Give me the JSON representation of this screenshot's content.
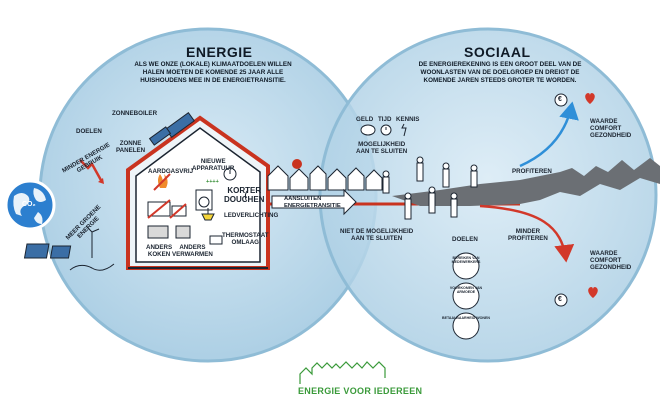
{
  "energie": {
    "title": "ENERGIE",
    "intro_line1": "ALS WE ONZE (LOKALE) KLIMAATDOELEN WILLEN",
    "intro_line2": "HALEN MOETEN DE KOMENDE 25 JAAR ALLE",
    "intro_line3": "HUISHOUDENS MEE IN DE ENERGIETRANSITIE.",
    "doelen": "DOELEN",
    "minder_energie": "MINDER ENERGIE GEBRUIK",
    "meer_groene": "MEER GROENE ENERGIE",
    "globe_label": "CO₂",
    "zonneboiler": "ZONNEBOILER",
    "zonne_panelen_1": "ZONNE",
    "zonne_panelen_2": "PANELEN",
    "aardgasvrij": "AARDGASVRIJ",
    "nieuwe_1": "NIEUWE",
    "nieuwe_2": "APPARATUUR",
    "appliance_plus": "++++",
    "korter_1": "KORTER",
    "korter_2": "DOUCHEN",
    "ledverlichting": "LEDVERLICHTING",
    "thermostaat_1": "THERMOSTAAT",
    "thermostaat_2": "OMLAAG",
    "anders_koken_1": "ANDERS",
    "anders_koken_2": "KOKEN",
    "anders_verw_1": "ANDERS",
    "anders_verw_2": "VERWARMEN"
  },
  "sociaal": {
    "title": "SOCIAAL",
    "intro_line1": "DE ENERGIEREKENING IS EEN GROOT DEEL VAN DE",
    "intro_line2": "WOONLASTEN VAN DE DOELGROEP EN DREIGT DE",
    "intro_line3": "KOMENDE JAREN STEEDS GROTER TE WORDEN.",
    "geld": "GELD",
    "tijd": "TIJD",
    "kennis": "KENNIS",
    "mogelijkheid_1": "MOGELIJKHEID",
    "mogelijkheid_2": "AAN TE SLUITEN",
    "aansluiten_1": "AANSLUITEN",
    "aansluiten_2": "ENERGIETRANSITIE",
    "niet_1": "NIET DE MOGELIJKHEID",
    "niet_2": "AAN TE SLUITEN",
    "profiteren": "PROFITEREN",
    "minder_prof_1": "MINDER",
    "minder_prof_2": "PROFITEREN",
    "doelen": "DOELEN",
    "waarde_up_1": "WAARDE",
    "waarde_up_2": "COMFORT",
    "waarde_up_3": "GEZONDHEID",
    "waarde_down_1": "WAARDE",
    "waarde_down_2": "COMFORT",
    "waarde_down_3": "GEZONDHEID",
    "badge1": "BEREIKEN VAN MEDEWERKERS",
    "badge2": "VOORKOMEN VAN ARMOEDE",
    "badge3": "BETAALBAARHEID WONEN",
    "euro": "€"
  },
  "logo": {
    "text": "ENERGIE VOOR IEDEREEN"
  },
  "colors": {
    "circle_fill": "#bcd9ea",
    "circle_stroke": "#8fbcd6",
    "house_red": "#c9331f",
    "arrow_blue": "#2f8fd8",
    "arrow_red": "#d2382a",
    "logo_green": "#3a9a3a"
  }
}
